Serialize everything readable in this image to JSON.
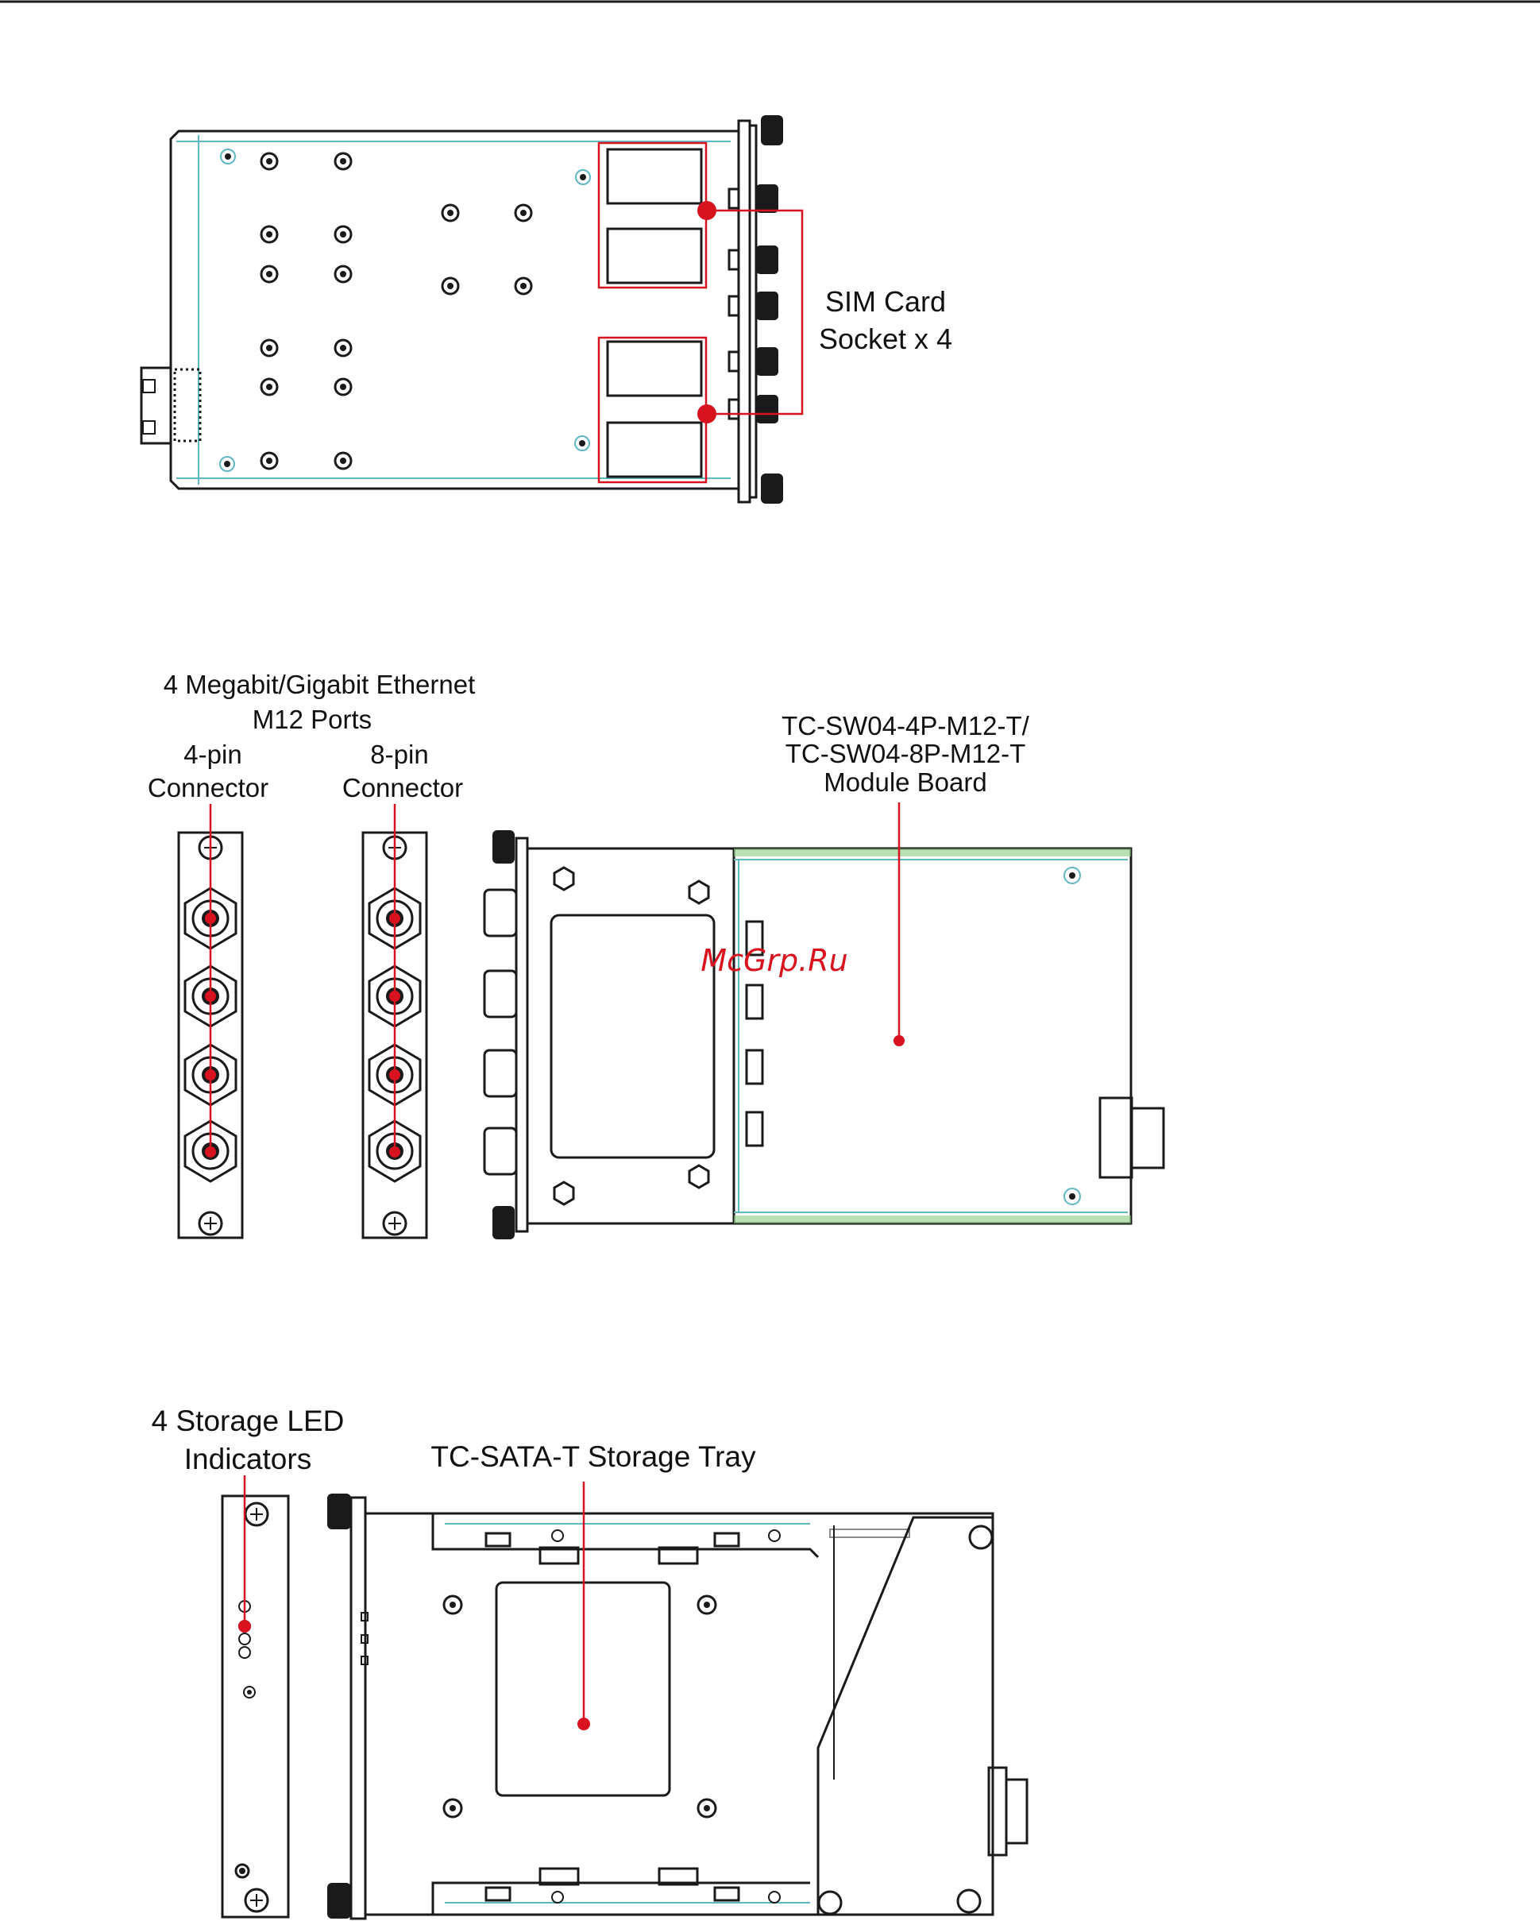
{
  "colors": {
    "accent": "#d8131f",
    "line": "#1a1a1a",
    "guide": "#5fb7c6",
    "hatch": "#8ccb84"
  },
  "labels": {
    "sim_line1": "SIM Card",
    "sim_line2": "Socket x 4",
    "eth_line1": "4 Megabit/Gigabit Ethernet",
    "eth_line2": "M12 Ports",
    "pin4_line1": "4-pin",
    "pin4_line2": "Connector",
    "pin8_line1": "8-pin",
    "pin8_line2": "Connector",
    "module_line1": "TC-SW04-4P-M12-T/",
    "module_line2": "TC-SW04-8P-M12-T",
    "module_line3": "Module Board",
    "led_line1": "4 Storage LED",
    "led_line2": "Indicators",
    "tray": "TC-SATA-T Storage Tray",
    "watermark": "McGrp.Ru"
  }
}
